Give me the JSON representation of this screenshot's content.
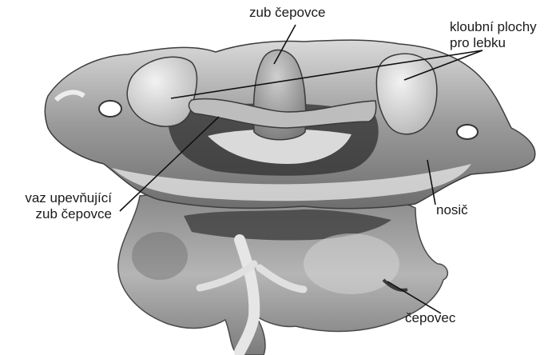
{
  "labels": {
    "dens": "zub čepovce",
    "facets_line1": "kloubní plochy",
    "facets_line2": "pro lebku",
    "ligament_line1": "vaz upevňující",
    "ligament_line2": "zub čepovce",
    "atlas": "nosič",
    "axis": "čepovec"
  },
  "colors": {
    "background": "#ffffff",
    "leader_line": "#111111",
    "label_text": "#1a1a1a"
  }
}
